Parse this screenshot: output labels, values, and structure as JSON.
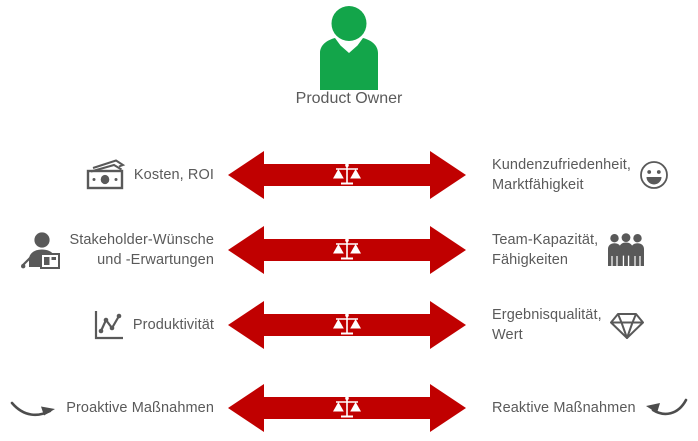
{
  "header": {
    "icon": "person-icon",
    "icon_color": "#13A54A",
    "label": "Product\nOwner"
  },
  "theme": {
    "arrow_color": "#C00000",
    "text_color": "#5A5A5A",
    "icon_color": "#595959",
    "accent_green": "#13A54A",
    "background": "#FFFFFF"
  },
  "connector": {
    "icon": "balance-scales-icon",
    "glyph": "⚖",
    "style": "double-headed-arrow"
  },
  "rows": [
    {
      "left": {
        "icon": "money-banknotes-icon",
        "label": "Kosten, ROI"
      },
      "right": {
        "icon": "smiley-face-icon",
        "label": "Kundenzufriedenheit,\nMarktfähigkeit"
      }
    },
    {
      "left": {
        "icon": "presenter-stakeholder-icon",
        "label": "Stakeholder-Wünsche\nund -Erwartungen"
      },
      "right": {
        "icon": "people-group-icon",
        "label": "Team-Kapazität,\nFähigkeiten"
      }
    },
    {
      "left": {
        "icon": "line-chart-icon",
        "label": "Produktivität"
      },
      "right": {
        "icon": "diamond-gem-icon",
        "label": "Ergebnisqualität,\nWert"
      }
    },
    {
      "left": {
        "icon": "curved-arrow-forward-icon",
        "label": "Proaktive Maßnahmen"
      },
      "right": {
        "icon": "curved-arrow-backward-icon",
        "label": "Reaktive Maßnahmen"
      }
    }
  ]
}
